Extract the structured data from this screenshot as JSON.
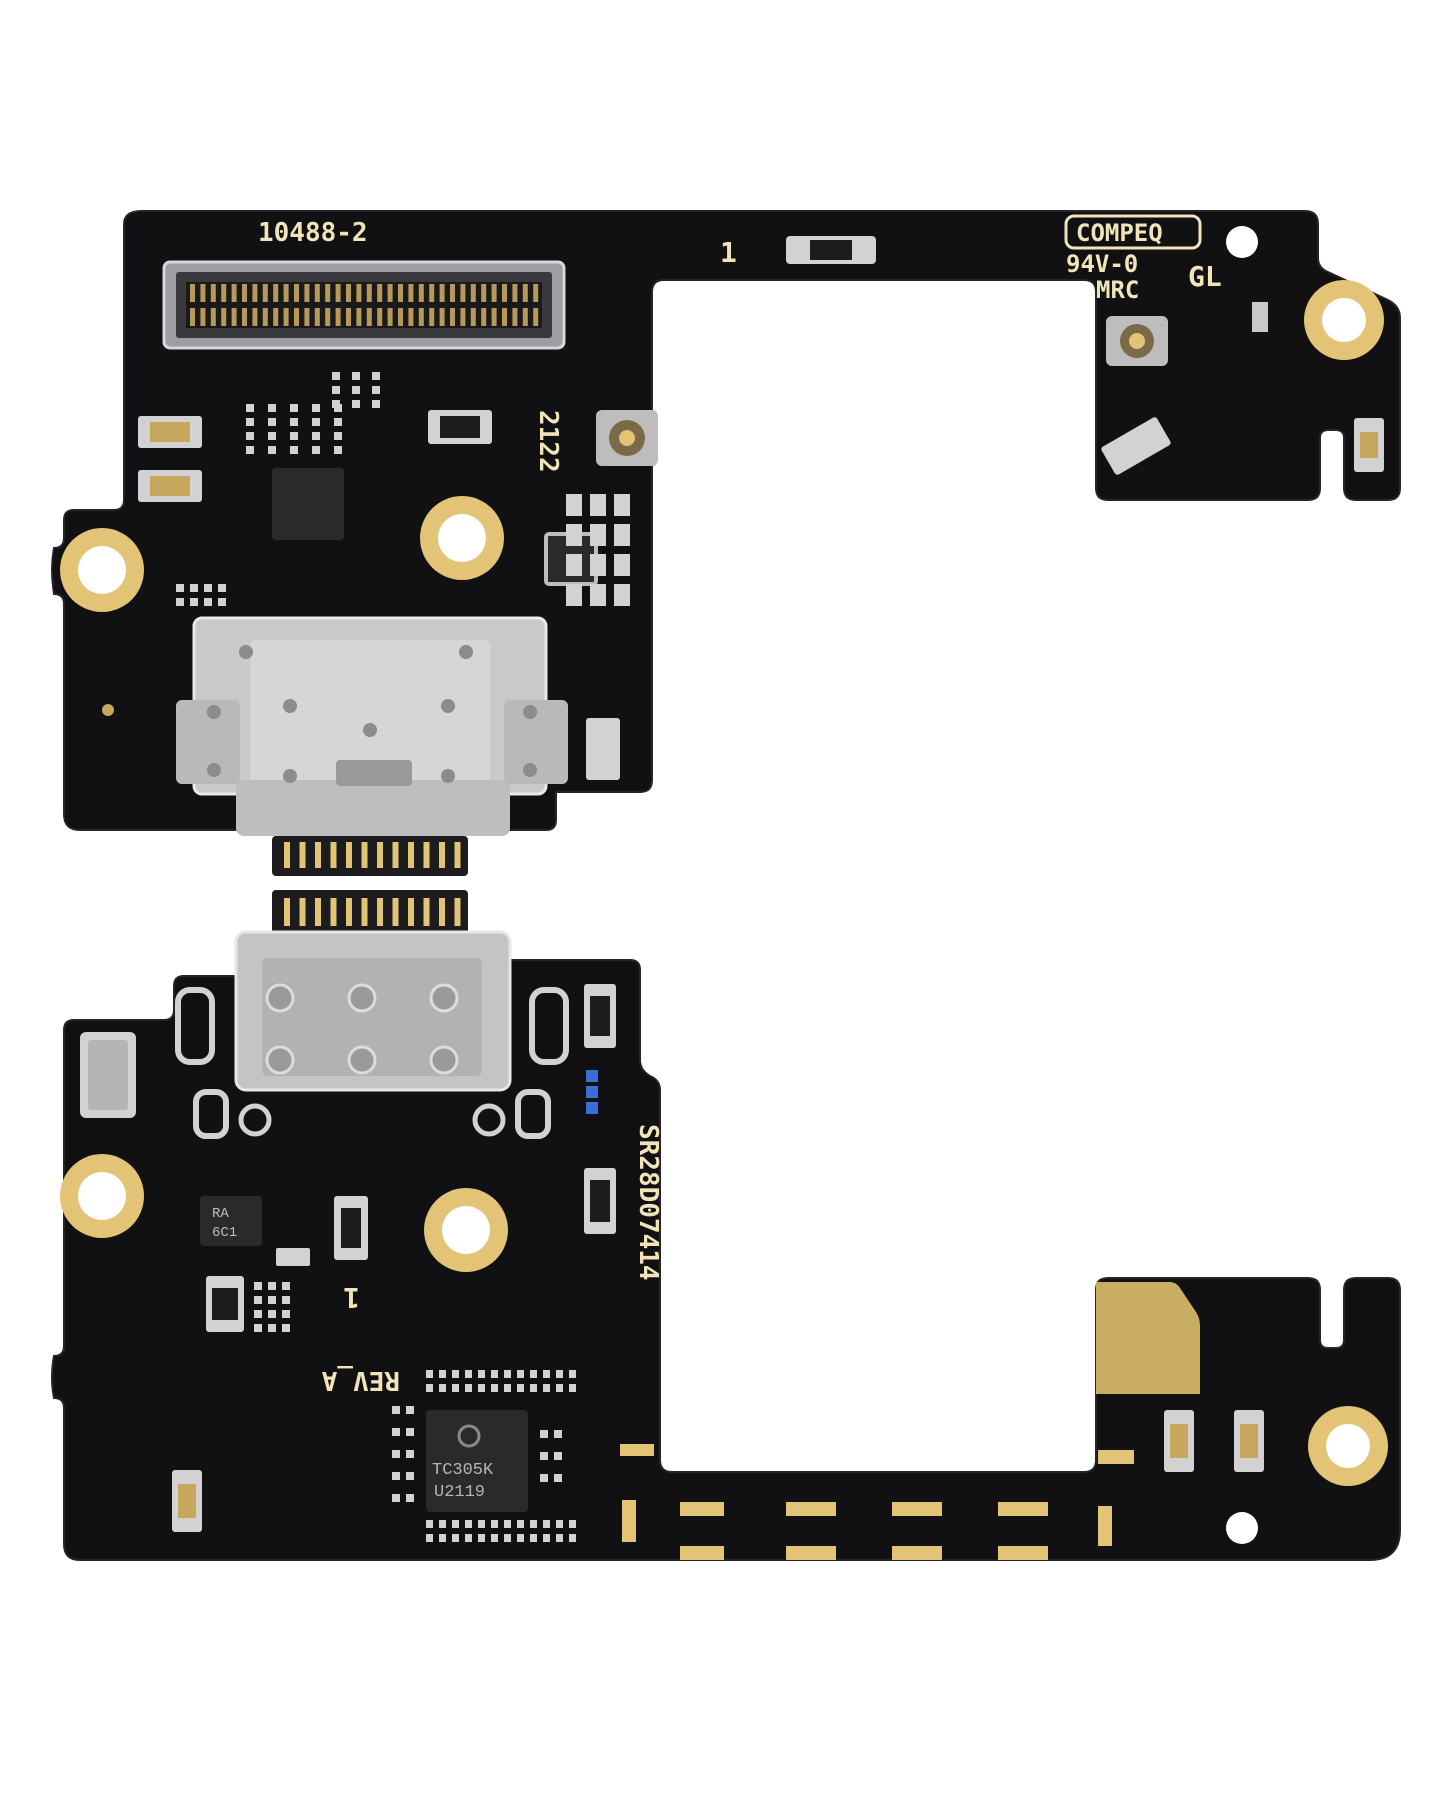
{
  "colors": {
    "background": "#ffffff",
    "pcb": "#111113",
    "pcb_edge": "#202024",
    "gold": "#e3c376",
    "gold_dark": "#b8954a",
    "silver": "#d2d2d2",
    "silver_dark": "#8c8c8c",
    "silkscreen": "#f1e4b8",
    "chip": "#2a2a2d",
    "blue_part": "#3a6fd8"
  },
  "icons": [
    "flex-connector-icon",
    "usb-c-port-icon",
    "antenna-coax-icon",
    "mounting-hole-icon"
  ],
  "silkscreen": {
    "part_number": "10488-2",
    "pin_one_top": "1",
    "date_code": "2122",
    "maker": "COMPEQ",
    "flammability": "94V-0",
    "mrc": "MRC",
    "gl": "GL",
    "serial": "SR28D07414",
    "pin_one_bottom": "1",
    "revision": "REV_A"
  },
  "chips": {
    "controller_line1": "TC305K",
    "controller_line2": "U2119",
    "small_ic": "RA",
    "small_ic_line2": "6C1"
  }
}
